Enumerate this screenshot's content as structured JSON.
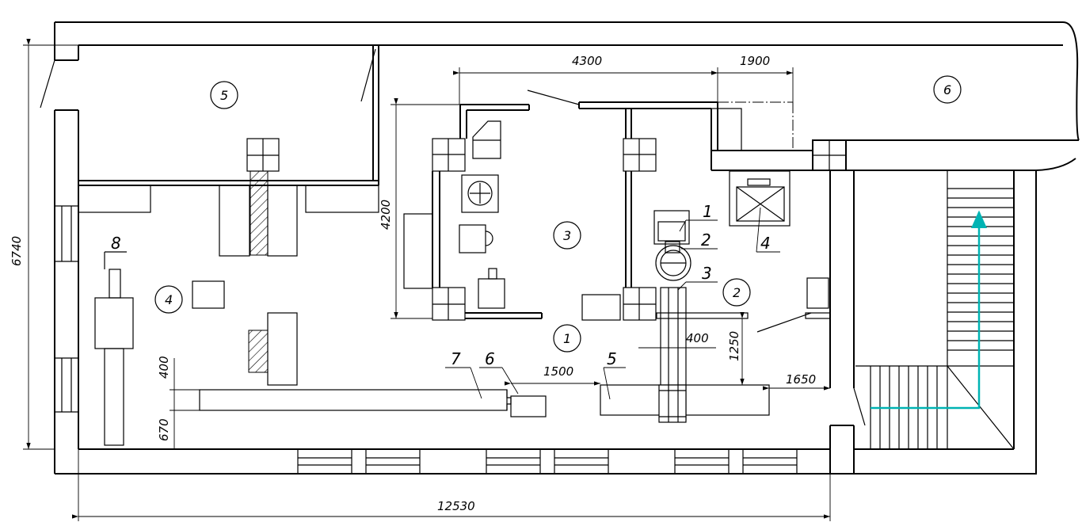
{
  "dimensions": {
    "d4300": "4300",
    "d1900": "1900",
    "d4200": "4200",
    "d6740": "6740",
    "d12530": "12530",
    "d400a": "400",
    "d400b": "400",
    "d670": "670",
    "d1500": "1500",
    "d1650": "1650",
    "d1250": "1250"
  },
  "rooms": {
    "r1": "1",
    "r2": "2",
    "r3": "3",
    "r4": "4",
    "r5": "5",
    "r6": "6"
  },
  "equipment": {
    "e1": "1",
    "e2": "2",
    "e3": "3",
    "e4": "4",
    "e5": "5",
    "e6": "6",
    "e7": "7",
    "e8": "8"
  },
  "colors": {
    "walls": "#000000",
    "stair_arrow": "#00b3b3"
  }
}
